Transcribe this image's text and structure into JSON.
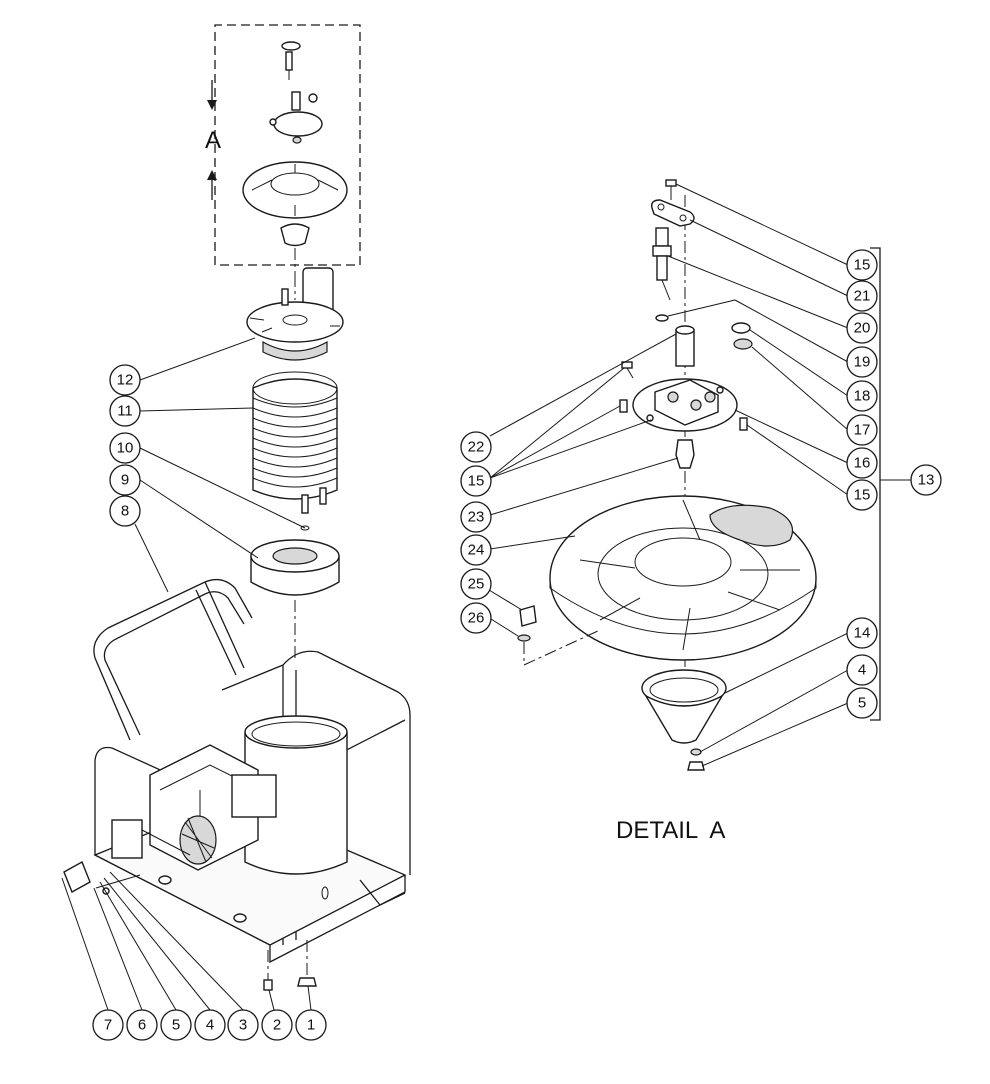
{
  "view_label": "A",
  "detail_title": "DETAIL  A",
  "callouts_main": [
    "12",
    "11",
    "10",
    "9",
    "8",
    "7",
    "6",
    "5",
    "4",
    "3",
    "2",
    "1"
  ],
  "callouts_detail": [
    "15",
    "21",
    "20",
    "19",
    "18",
    "17",
    "22",
    "15",
    "16",
    "15",
    "23",
    "24",
    "25",
    "26",
    "14",
    "4",
    "5",
    "13"
  ]
}
